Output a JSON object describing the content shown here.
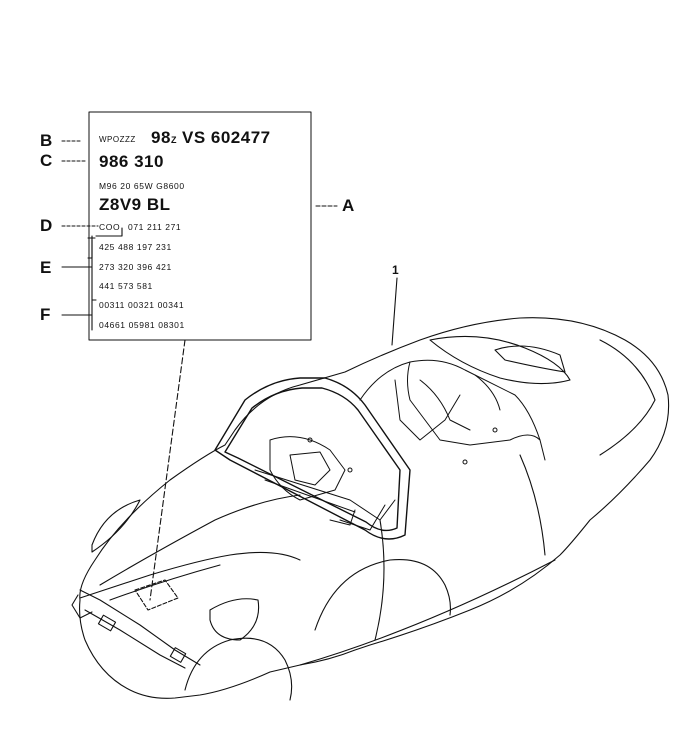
{
  "callouts": {
    "a": "A",
    "b": "B",
    "c": "C",
    "d": "D",
    "e": "E",
    "f": "F",
    "part_number": "1"
  },
  "label": {
    "vin_prefix": "WPOZZZ",
    "vin_model": "98",
    "vin_model_sub": "Z",
    "vin_serial": "VS 602477",
    "type_number": "986 310",
    "engine_line": "M96 20   65W   G8600",
    "paint_code": "Z8V9   BL",
    "coo": "COO",
    "row_d": "071   211   271",
    "row_e1": "425   488   197   231",
    "row_e2": "273   320   396   421",
    "row_e3": "441   573   581",
    "row_f1": "00311   00321   00341",
    "row_f2": "04661   05981   08301"
  }
}
